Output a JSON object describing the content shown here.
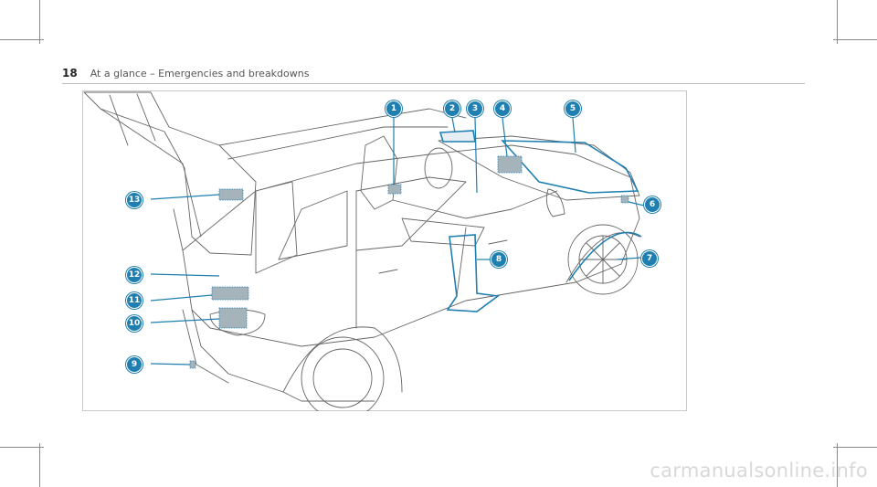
{
  "header": {
    "page_number": "18",
    "breadcrumb": "At a glance – Emergencies and breakdowns"
  },
  "figure": {
    "callouts": [
      "1",
      "2",
      "3",
      "4",
      "5",
      "6",
      "7",
      "8",
      "9",
      "10",
      "11",
      "12",
      "13"
    ]
  },
  "watermark": "carmanualsonline.info",
  "colors": {
    "accent": "#1f7fb1",
    "line": "#555555"
  }
}
